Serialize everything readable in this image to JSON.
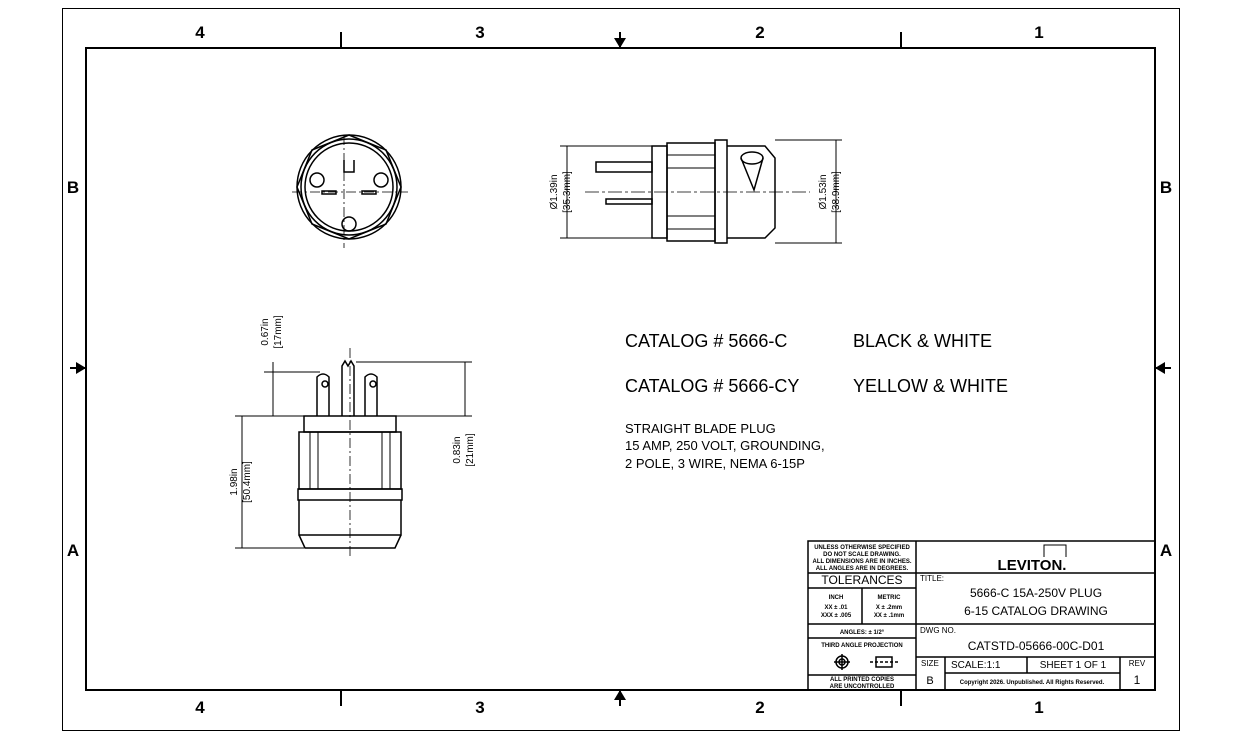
{
  "frame": {
    "zones_horizontal": [
      "4",
      "3",
      "2",
      "1"
    ],
    "zones_vertical": [
      "B",
      "A"
    ]
  },
  "views": {
    "side_dimension_body": {
      "inch": "Ø1.39in",
      "mm": "[35.3mm]"
    },
    "side_dimension_collar": {
      "inch": "Ø1.53in",
      "mm": "[38.9mm]"
    },
    "bottom_dimension_blade": {
      "inch": "0.67in",
      "mm": "[17mm]"
    },
    "bottom_dimension_ground": {
      "inch": "0.83in",
      "mm": "[21mm]"
    },
    "bottom_dimension_length": {
      "inch": "1.98in",
      "mm": "[50.4mm]"
    }
  },
  "notes": {
    "catalog_1": "CATALOG # 5666-C",
    "color_1": "BLACK & WHITE",
    "catalog_2": "CATALOG # 5666-CY",
    "color_2": "YELLOW & WHITE",
    "description": [
      "STRAIGHT BLADE PLUG",
      "15 AMP, 250 VOLT, GROUNDING,",
      "2 POLE, 3 WIRE, NEMA 6-15P"
    ]
  },
  "title_block": {
    "general_notes": [
      "UNLESS OTHERWISE SPECIFIED",
      "DO NOT SCALE DRAWING.",
      "ALL DIMENSIONS ARE IN INCHES.",
      "ALL ANGLES ARE IN DEGREES."
    ],
    "tolerances_label": "TOLERANCES",
    "inch_label": "INCH",
    "inch_tolerances": [
      "XX  ±  .01",
      "XXX  ±  .005"
    ],
    "metric_label": "METRIC",
    "metric_tolerances": [
      "X   ± .2mm",
      "XX  ± .1mm"
    ],
    "angles": "ANGLES: ± 1/2°",
    "projection": "THIRD ANGLE PROJECTION",
    "printed_copies": [
      "ALL PRINTED COPIES",
      "ARE UNCONTROLLED"
    ],
    "logo": "LEVITON.",
    "title_label": "TITLE:",
    "title_lines": [
      "5666-C 15A-250V PLUG",
      "6-15 CATALOG DRAWING"
    ],
    "dwg_label": "DWG NO.",
    "dwg_no": "CATSTD-05666-00C-D01",
    "size_label": "SIZE",
    "size": "B",
    "scale": "SCALE:1:1",
    "sheet": "SHEET 1 OF 1",
    "rev_label": "REV",
    "rev": "1",
    "copyright": "Copyright 2026. Unpublished. All Rights Reserved."
  }
}
